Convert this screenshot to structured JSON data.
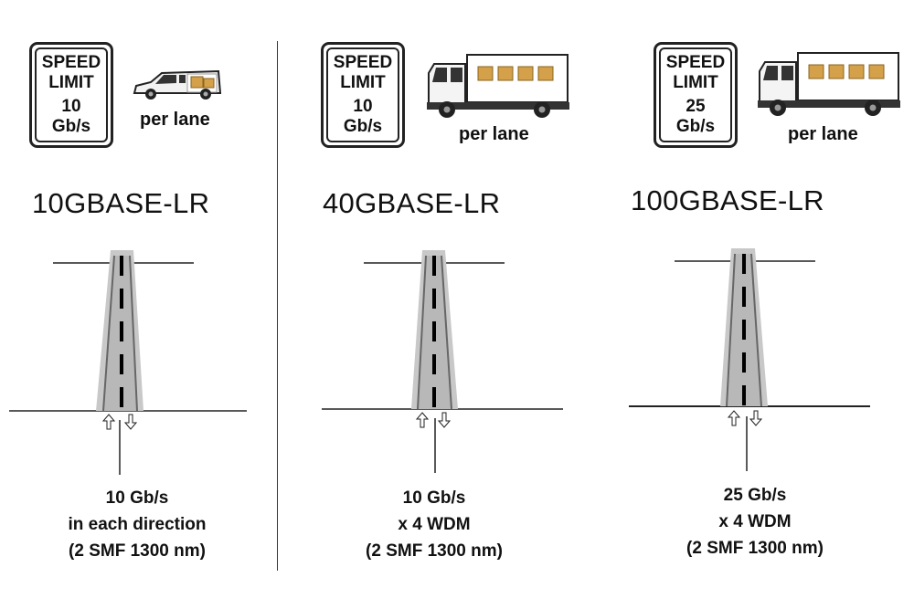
{
  "panels": [
    {
      "sign": {
        "line1": "SPEED",
        "line2": "LIMIT",
        "line3": "10",
        "line4": "Gb/s"
      },
      "vehicle": "car-icon",
      "per_lane": "per lane",
      "standard": "10GBASE-LR",
      "caption": {
        "line1": "10 Gb/s",
        "line2": "in each direction",
        "line3": "(2 SMF 1300 nm)"
      }
    },
    {
      "sign": {
        "line1": "SPEED",
        "line2": "LIMIT",
        "line3": "10",
        "line4": "Gb/s"
      },
      "vehicle": "truck-icon",
      "per_lane": "per lane",
      "standard": "40GBASE-LR",
      "caption": {
        "line1": "10 Gb/s",
        "line2": "x 4 WDM",
        "line3": "(2 SMF 1300 nm)"
      }
    },
    {
      "sign": {
        "line1": "SPEED",
        "line2": "LIMIT",
        "line3": "25",
        "line4": "Gb/s"
      },
      "vehicle": "truck-icon",
      "per_lane": "per lane",
      "standard": "100GBASE-LR",
      "caption": {
        "line1": "25 Gb/s",
        "line2": "x 4 WDM",
        "line3": "(2 SMF 1300 nm)"
      }
    }
  ],
  "colors": {
    "road": "#c8c8c8",
    "road_edge": "#888888",
    "box": "#d4a049",
    "ink": "#111111"
  }
}
